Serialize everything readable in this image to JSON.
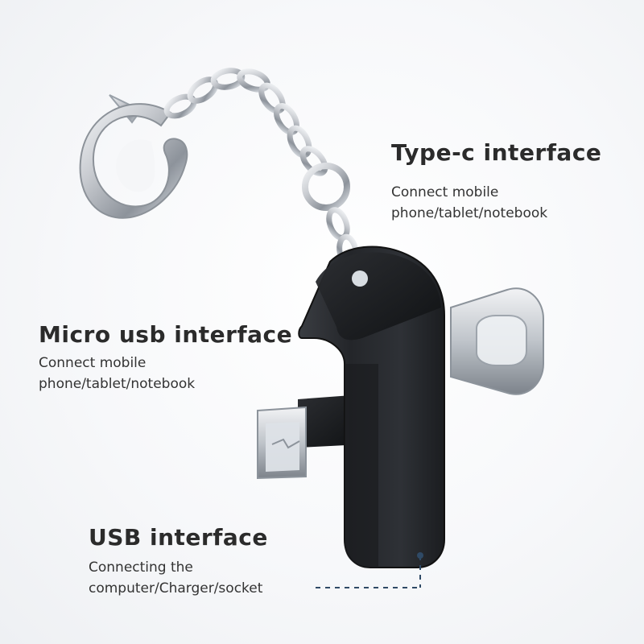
{
  "labels": {
    "typec": {
      "title": "Type-c interface",
      "desc_line1": "Connect mobile",
      "desc_line2": "phone/tablet/notebook"
    },
    "micro": {
      "title": "Micro usb interface",
      "desc_line1": "Connect mobile",
      "desc_line2": "phone/tablet/notebook"
    },
    "usb": {
      "title": "USB interface",
      "desc_line1": "Connecting the",
      "desc_line2": "computer/Charger/socket"
    }
  },
  "colors": {
    "text": "#2b2b2b",
    "leader": "#2f4a66",
    "adapter_body": "#2a2c2f",
    "metal": "#c9ccd1"
  },
  "icons": {
    "keychain": "keychain-icon",
    "adapter": "otg-adapter-icon"
  }
}
